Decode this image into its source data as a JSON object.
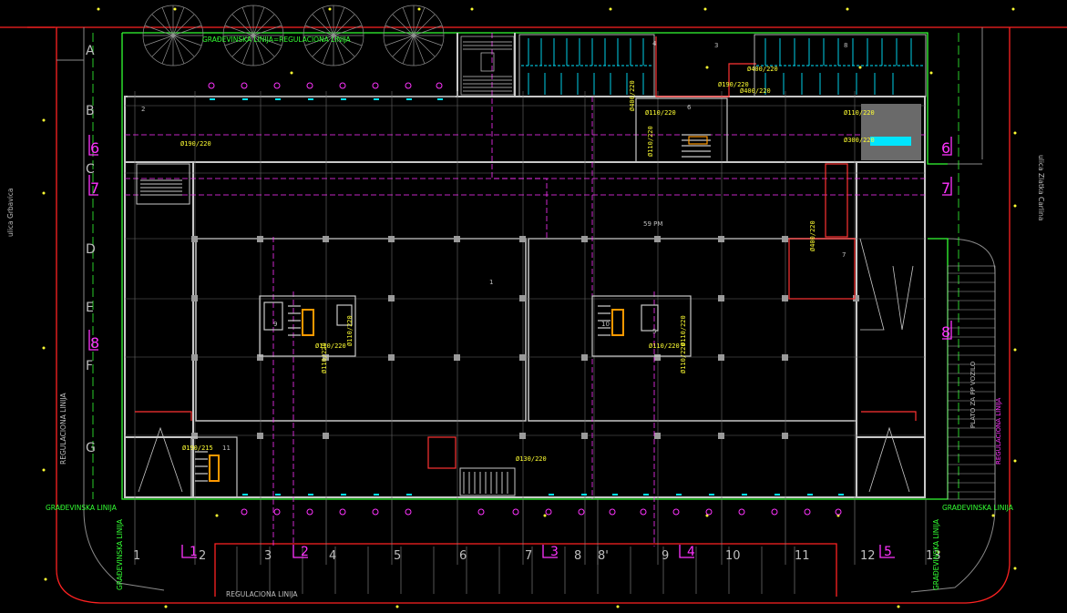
{
  "colors": {
    "background": "#000000",
    "structure": "#c8c8c8",
    "regulation": "#ff2222",
    "building_line": "#33ff33",
    "axis": "#ff33ff",
    "fixtures": "#00e5ff",
    "annotation": "#ffff33"
  },
  "labels": {
    "top_building_line": "GRAĐEVINSKA LINIJA=REGULACIONA LINIJA",
    "bottom_left_building_line": "GRAĐEVINSKA LINIJA",
    "bottom_right_building_line": "GRAĐEVINSKA LINIJA",
    "left_regulation": "REGULACIONA LINIJA",
    "bottom_regulation": "REGULACIONA LINIJA",
    "right_regulation": "REGULACIONA LINIJA",
    "left_vertical_building": "GRAĐEVINSKA LINIJA",
    "right_vertical_building": "GRAĐEVINSKA LINIJA",
    "left_street": "ulica Grbavica",
    "right_street": "ulica Zlatka Carlina",
    "right_ramp": "PLATO ZA PP VOZILO",
    "parking_count": "59 PM"
  },
  "grid": {
    "rows": [
      "A",
      "B",
      "C",
      "D",
      "E",
      "F",
      "G"
    ],
    "columns": [
      "1",
      "2",
      "3",
      "4",
      "5",
      "6",
      "7",
      "8",
      "8'",
      "9",
      "10",
      "11",
      "12",
      "13"
    ],
    "section_marks": [
      "1",
      "2",
      "3",
      "4",
      "5"
    ],
    "side_marks": [
      "6",
      "7",
      "8"
    ]
  },
  "annotations": {
    "duct_190": "Ø190/220",
    "duct_300": "Ø300/220",
    "duct_400": "Ø400/220",
    "duct_110": "Ø110/220",
    "duct_130": "Ø130/220",
    "duct_190_215": "Ø190/215"
  },
  "room_numbers": [
    "1",
    "2",
    "3",
    "4",
    "5",
    "6",
    "7",
    "8",
    "9",
    "10",
    "11"
  ]
}
